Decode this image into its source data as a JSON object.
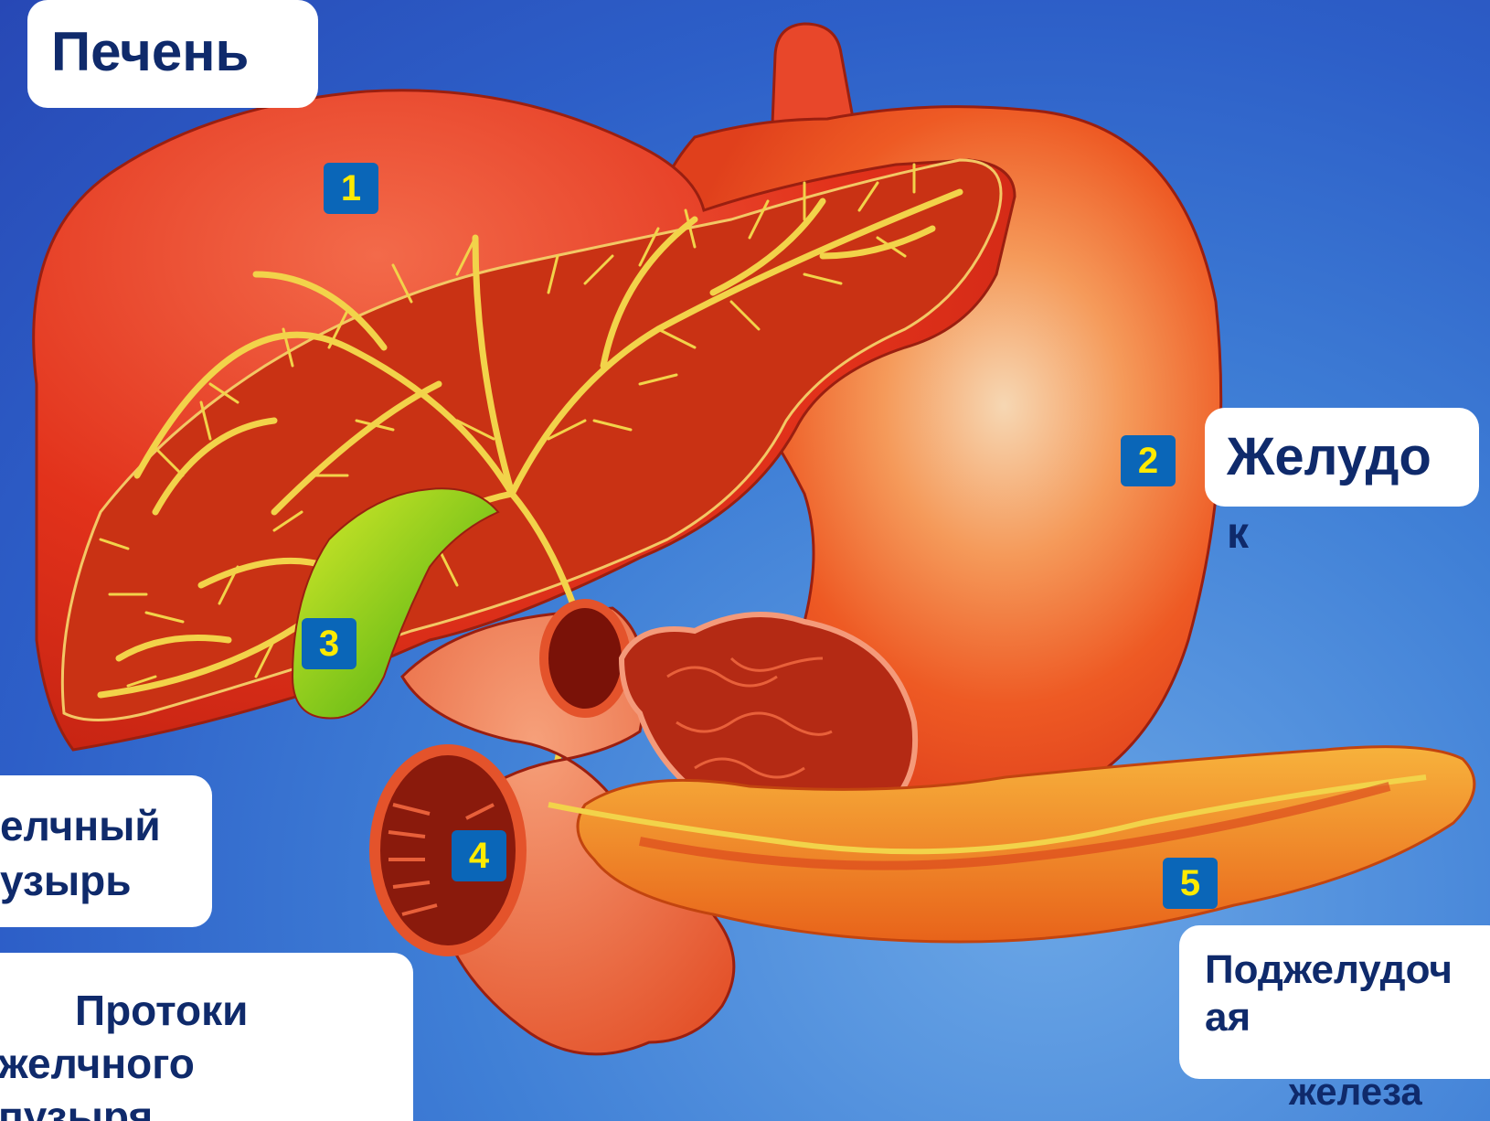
{
  "labels": {
    "liver": "Печень",
    "stomach_line1": "Желудо",
    "stomach_line2": "к",
    "gallbladder_line1": "елчный",
    "gallbladder_line2": "узырь",
    "ducts_line1": "Протоки",
    "ducts_line2": "желчного",
    "ducts_line3": "пузыря",
    "pancreas_line1": "Поджелудоч",
    "pancreas_line2": "ая",
    "pancreas_line3": "железа"
  },
  "markers": [
    "1",
    "2",
    "3",
    "4",
    "5"
  ],
  "colors": {
    "liver": "#e0301a",
    "bile_ducts": "#f2d34a",
    "gallbladder": "#8fd21c",
    "stomach": "#f0622a",
    "pancreas": "#f08a1c",
    "label_text": "#0f2a6b",
    "marker_bg": "#0a66b8",
    "marker_text": "#ffea00"
  }
}
